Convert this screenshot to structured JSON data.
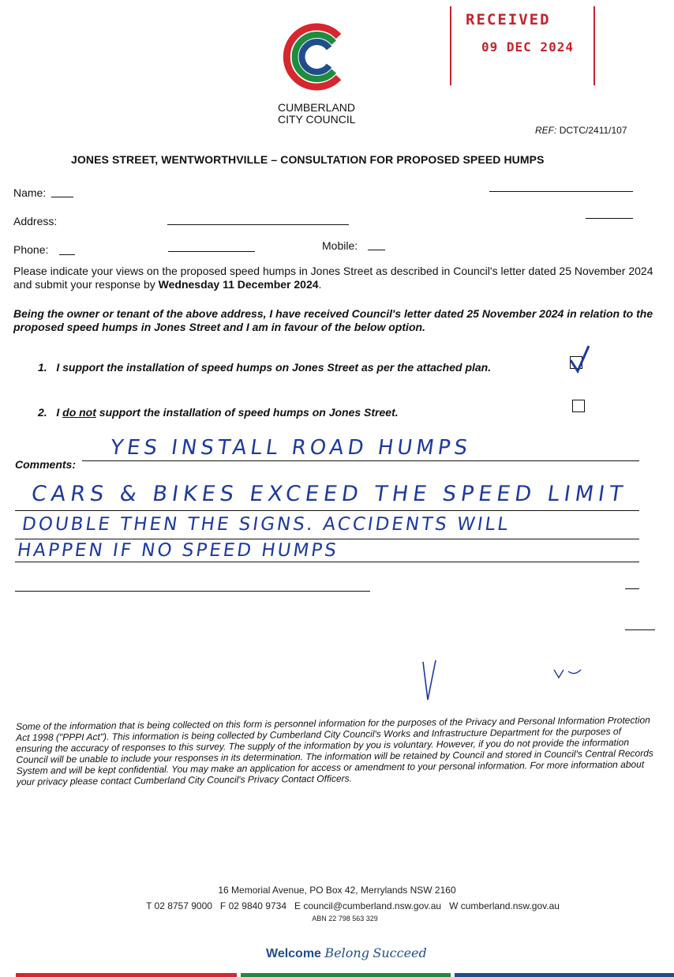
{
  "council": {
    "name_line1": "CUMBERLAND",
    "name_line2": "CITY COUNCIL",
    "brand_colors": [
      "#d6262e",
      "#1e8c3f",
      "#1f4e8c"
    ]
  },
  "stamp": {
    "title": "RECEIVED",
    "date": "09 DEC 2024"
  },
  "ref": {
    "label": "REF:",
    "value": "DCTC/2411/107"
  },
  "title": "JONES STREET, WENTWORTHVILLE – CONSULTATION FOR PROPOSED SPEED HUMPS",
  "fields": {
    "name_label": "Name:",
    "address_label": "Address:",
    "phone_label": "Phone:",
    "mobile_label": "Mobile:"
  },
  "intro": {
    "text": "Please indicate your views on the proposed speed humps in Jones Street as described in Council's letter dated 25 November 2024 and submit your response by ",
    "deadline": "Wednesday 11 December 2024",
    "end": "."
  },
  "declaration": "Being the owner or tenant of the above address, I have received Council's letter dated 25 November 2024 in relation to the proposed speed humps in Jones Street and I am in favour of the below option.",
  "options": [
    {
      "number": "1.",
      "text_a": "I support the installation of speed humps on Jones Street",
      "text_b": " as per the attached plan.",
      "checked": true
    },
    {
      "number": "2.",
      "text_a": "I ",
      "text_underlined": "do not",
      "text_b": " support the installation of speed humps on Jones Street.",
      "checked": false
    }
  ],
  "comments": {
    "label": "Comments:",
    "lines": [
      "YES INSTALL ROAD HUMPS",
      "CARS & BIKES EXCEED THE SPEED LIMIT",
      "DOUBLE THEN THE SIGNS. ACCIDENTS WILL",
      "HAPPEN IF NO SPEED HUMPS"
    ]
  },
  "privacy": "Some of the information that is being collected on this form is personnel information for the purposes of the Privacy and Personal Information Protection Act 1998 (\"PPPI Act\"). This information is being collected by Cumberland City Council's Works and Infrastructure Department for the purposes of ensuring the accuracy of responses to this survey. The supply of the information by you is voluntary. However, if you do not provide the information Council will be unable to include your responses in its determination. The information will be retained by Council and stored in Council's Central Records System and will be kept confidential. You may make an application for access or amendment to your personal information. For more information about your privacy please contact Cumberland City Council's Privacy Contact Officers.",
  "footer": {
    "address": "16 Memorial Avenue, PO Box 42, Merrylands NSW 2160",
    "contacts": "T 02 8757 9000   F 02 9840 9734   E council@cumberland.nsw.gov.au   W cumberland.nsw.gov.au",
    "abn": "ABN 22 798 563 329",
    "tagline_1": "Welcome",
    "tagline_2": "Belong",
    "tagline_3": "Succeed"
  }
}
